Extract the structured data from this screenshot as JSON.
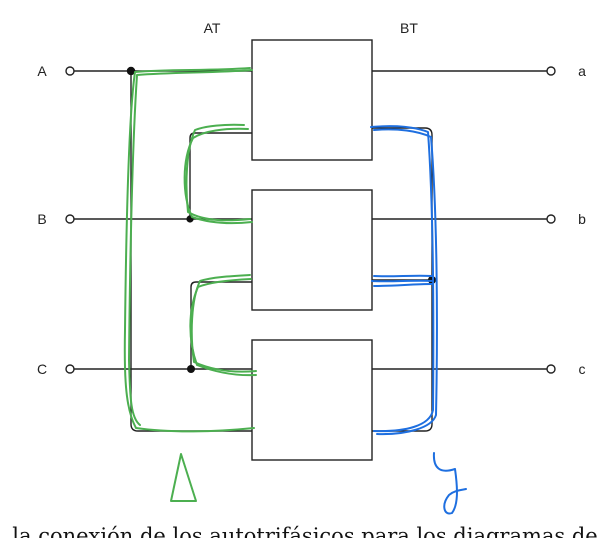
{
  "diagram": {
    "header_left": "AT",
    "header_right": "BT",
    "primary_terminals": [
      "A",
      "B",
      "C"
    ],
    "secondary_terminals": [
      "a",
      "b",
      "c"
    ],
    "connection_primary": "Δ",
    "connection_secondary": "y",
    "caption_fragment": "la conexión de los autotrifásicos para los diagramas de"
  },
  "colors": {
    "wire": "#222222",
    "delta_ink": "#4caf50",
    "wye_ink": "#1e6fe0"
  }
}
